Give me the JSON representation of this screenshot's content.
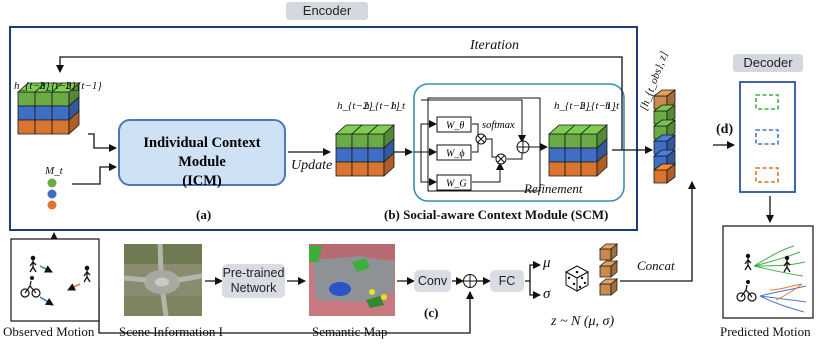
{
  "encoder_label": "Encoder",
  "decoder_label": "Decoder",
  "iteration_label": "Iteration",
  "history_labels": [
    "h_{t−3}",
    "h_{t−2}",
    "h_{t−1}"
  ],
  "updated_labels": [
    "h_{t−2}",
    "h_{t−1}",
    "h_t"
  ],
  "refined_labels": [
    "h_{t−2}",
    "h_{t−1}",
    "h_t"
  ],
  "mt_label": "M_t",
  "icm_line1": "Individual Context Module",
  "icm_line2": "(ICM)",
  "update_label": "Update",
  "panel_a": "(a)",
  "panel_b_text": "(b)   Social-aware Context Module (SCM)",
  "panel_c": "(c)",
  "panel_d": "(d)",
  "w_theta": "W_θ",
  "w_phi": "W_ϕ",
  "w_g": "W_G",
  "softmax_label": "softmax",
  "refinement_label": "Refinement",
  "h_tobs_z": "[h_{t_obs}, z]",
  "pretrained_line1": "Pre-trained",
  "pretrained_line2": "Network",
  "conv_label": "Conv",
  "fc_label": "FC",
  "mu": "μ",
  "sigma": "σ",
  "concat_label": "Concat",
  "distribution": "z ~ N (μ, σ)",
  "observed_motion": "Observed  Motion",
  "scene_information": "Scene Information I",
  "semantic_map": "Semantic Map",
  "predicted_motion": "Predicted Motion",
  "colors": {
    "green": "#6aab45",
    "blue": "#3f6fc4",
    "orange": "#d9752f",
    "frame": "#1f3d7a",
    "scm": "#3a8fb0",
    "icm_fill": "#cfe2f5"
  }
}
